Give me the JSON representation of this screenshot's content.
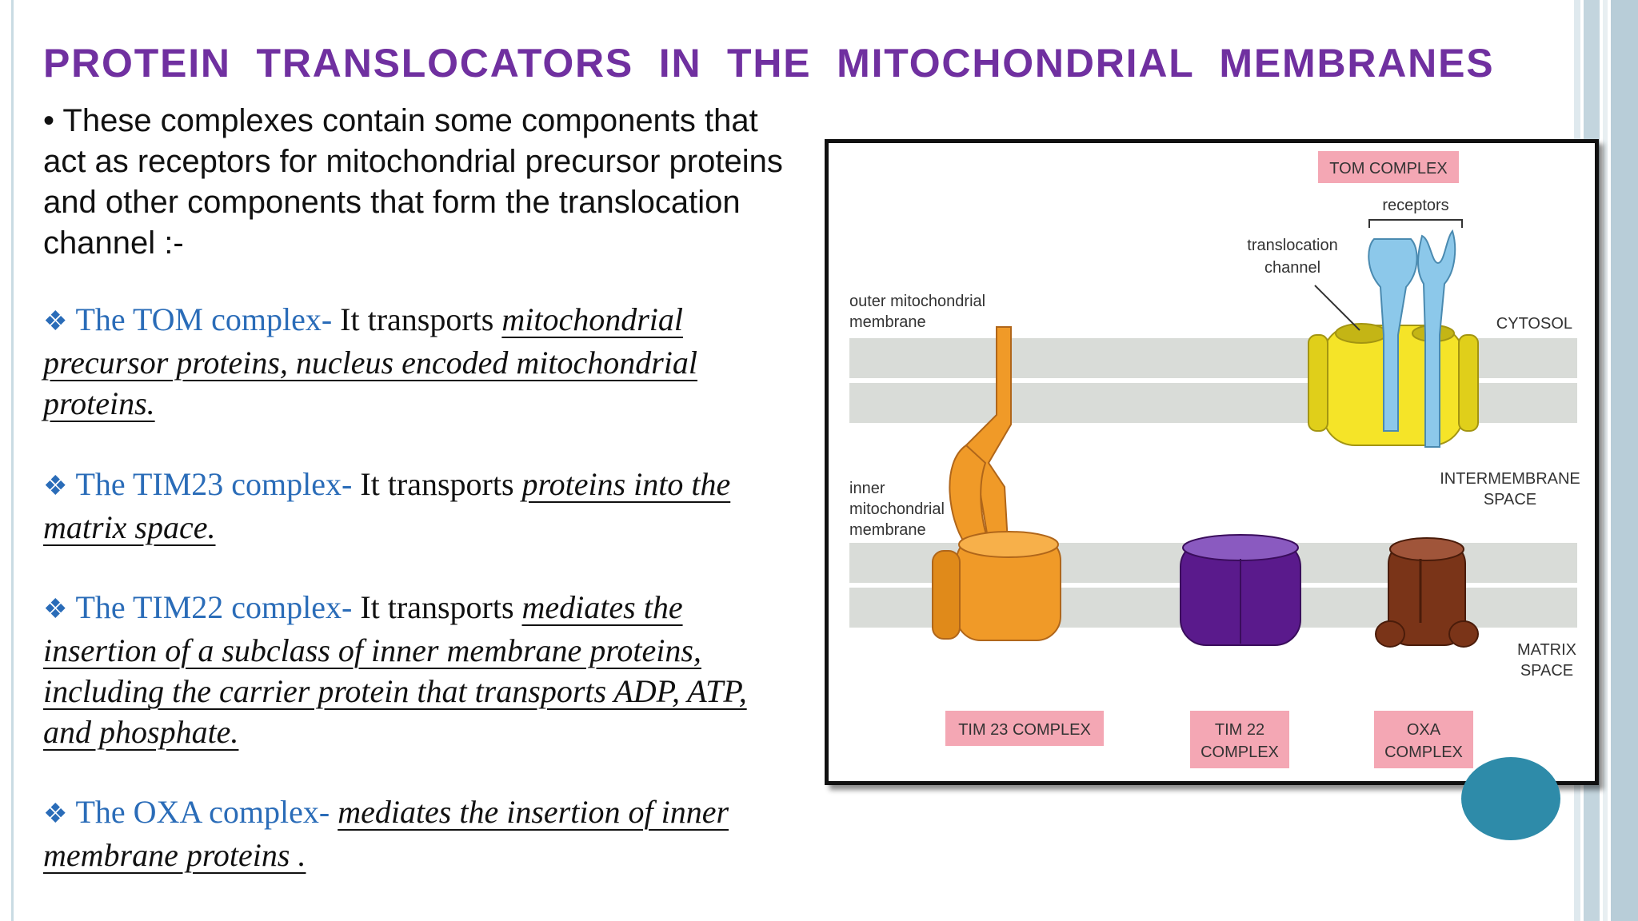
{
  "title": "PROTEIN  TRANSLOCATORS  IN  THE  MITOCHONDRIAL  MEMBRANES",
  "intro": "• These complexes contain some components that act as receptors for mitochondrial precursor proteins and other components that form the translocation channel :-",
  "bullets": [
    {
      "marker": "❖",
      "name": "The TOM complex-",
      "verb": " It transports ",
      "desc": "mitochondrial precursor proteins, nucleus encoded mitochondrial proteins."
    },
    {
      "marker": "❖",
      "name": "The TIM23 complex-",
      "verb": " It transports ",
      "desc": "proteins into the matrix space."
    },
    {
      "marker": "❖",
      "name": "The TIM22 complex-",
      "verb": " It transports ",
      "desc": "mediates the insertion of a subclass of inner membrane proteins, including the carrier protein that transports ADP, ATP, and phosphate."
    },
    {
      "marker": "❖",
      "name": "The OXA complex-",
      "verb": " ",
      "desc": "mediates the insertion of inner membrane proteins ."
    }
  ],
  "figure": {
    "tom_label": "TOM COMPLEX",
    "receptors": "receptors",
    "translocation_1": "translocation",
    "translocation_2": "channel",
    "outer_1": "outer mitochondrial",
    "outer_2": "membrane",
    "cytosol": "CYTOSOL",
    "inner_1": "inner",
    "inner_2": "mitochondrial",
    "inner_3": "membrane",
    "intermembrane_1": "INTERMEMBRANE",
    "intermembrane_2": "SPACE",
    "matrix_1": "MATRIX",
    "matrix_2": "SPACE",
    "tim23_label": "TIM 23 COMPLEX",
    "tim22_1": "TIM 22",
    "tim22_2": "COMPLEX",
    "oxa_1": "OXA",
    "oxa_2": "COMPLEX"
  },
  "colors": {
    "title": "#7030a0",
    "bullet_name": "#2a6cb8",
    "label_box": "#f4a7b4",
    "membrane": "#d9dcd8",
    "tom_yellow": "#f5e428",
    "receptor_blue": "#8cc8ea",
    "tim23_orange": "#f09a28",
    "tim22_purple": "#5a1a8c",
    "oxa_brown": "#7a3418",
    "accent_circle": "#2e8ba9"
  }
}
